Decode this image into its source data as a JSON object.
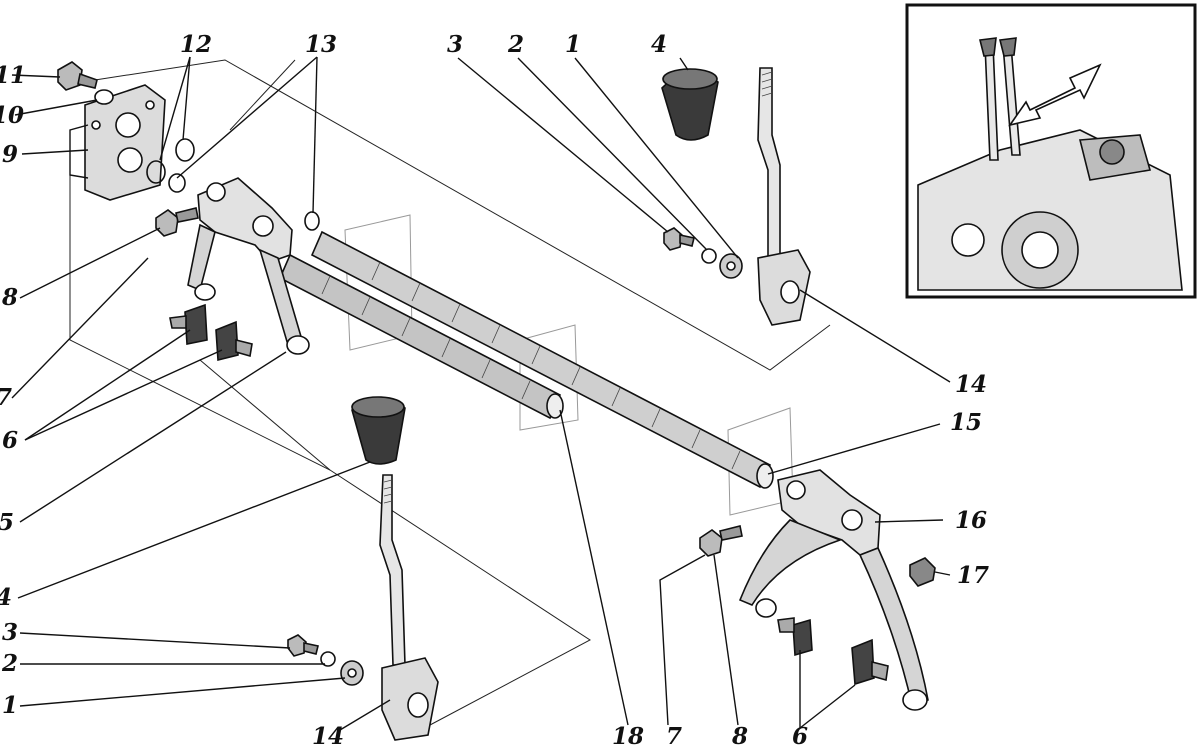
{
  "diagram": {
    "callouts": [
      "1",
      "2",
      "3",
      "4",
      "5",
      "6",
      "7",
      "8",
      "9",
      "10",
      "11",
      "12",
      "13",
      "14",
      "15",
      "16",
      "17",
      "18"
    ],
    "labels": {
      "l11": "11",
      "l10": "10",
      "l9": "9",
      "l8": "8",
      "l7": "7",
      "l6": "6",
      "l5": "5",
      "l4a": "4",
      "l3a": "3",
      "l2a": "2",
      "l1a": "1",
      "l12": "12",
      "l13": "13",
      "l3b": "3",
      "l2b": "2",
      "l1b": "1",
      "l4b": "4",
      "l14a": "14",
      "l15": "15",
      "l16": "16",
      "l17": "17",
      "l14b": "14",
      "l18": "18",
      "l7b": "7",
      "l8b": "8",
      "l6b": "6"
    }
  },
  "colors": {
    "ink": "#111111",
    "paper": "#ffffff",
    "part_fill": "#d9d9d9",
    "dark_fill": "#3a3a3a"
  }
}
